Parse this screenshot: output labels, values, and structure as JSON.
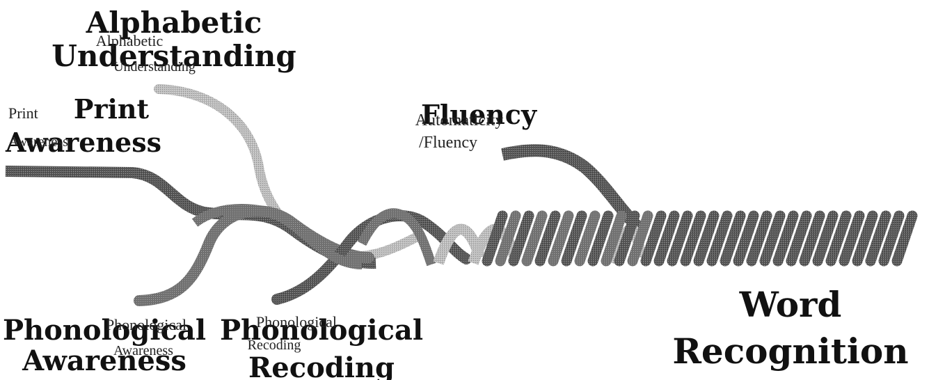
{
  "diagram": {
    "labels": {
      "alphabetic_bold_line1": "Alphabetic",
      "alphabetic_bold_line2": "Understanding",
      "alphabetic_small_line1": "Alphabetic",
      "alphabetic_small_line2": "Understanding",
      "print_bold_line1": "Print",
      "print_bold_line2": "Awareness",
      "print_small_line1": "Print",
      "print_small_line2": "Awareness",
      "fluency_bold": "Fluency",
      "fluency_small_line1": "Automaticity",
      "fluency_small_line2": "/Fluency",
      "phon_awareness_bold_line1": "Phonological",
      "phon_awareness_bold_line2": "Awareness",
      "phon_awareness_small_line1": "Phonological",
      "phon_awareness_small_line2": "Awareness",
      "phon_recoding_bold_line1": "Phonological",
      "phon_recoding_bold_line2": "Recoding",
      "phon_recoding_small_line1": "Phonological",
      "phon_recoding_small_line2": "Recoding",
      "word_recognition_line1": "Word",
      "word_recognition_line2": "Recognition"
    },
    "colors": {
      "dark_strand": "#555555",
      "mid_strand": "#6b6b6b",
      "light_strand": "#b8b8b8",
      "text": "#111111"
    }
  }
}
